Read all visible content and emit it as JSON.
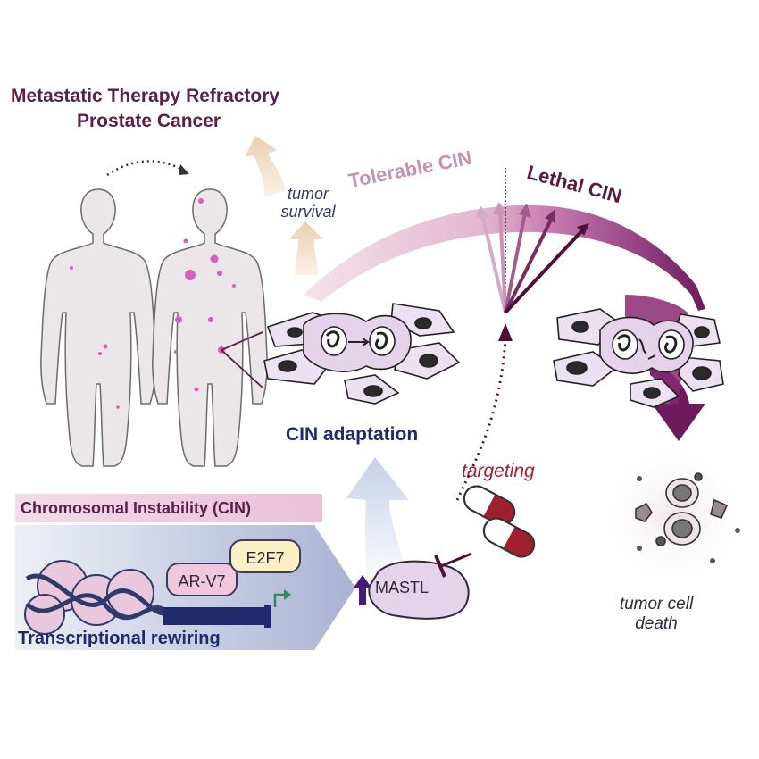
{
  "title": {
    "line1": "Metastatic Therapy Refractory",
    "line2": "Prostate Cancer"
  },
  "labels": {
    "tumor_survival": "tumor survival",
    "tolerable_cin": "Tolerable CIN",
    "lethal_cin": "Lethal CIN",
    "cin_adaptation": "CIN adaptation",
    "targeting": "targeting",
    "chromosomal_instability": "Chromosomal Instability (CIN)",
    "transcriptional_rewiring": "Transcriptional rewiring",
    "ar_v7": "AR-V7",
    "e2f7": "E2F7",
    "mastl": "MASTL",
    "tumor_cell_death": "tumor cell death"
  },
  "colors": {
    "title": "#5a1f48",
    "navy": "#1f2b6c",
    "arc_start": "#f3dbe6",
    "arc_end": "#6e1a5c",
    "metastasis_dot": "#d65fc0",
    "targeting_red": "#a01f2e"
  }
}
